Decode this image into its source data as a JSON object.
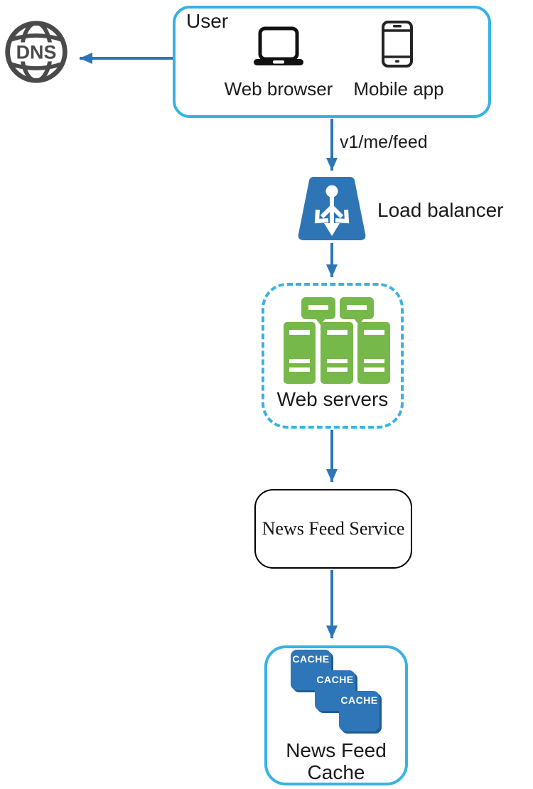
{
  "nodes": {
    "dns": {
      "label": "DNS"
    },
    "user": {
      "title": "User",
      "web_label": "Web browser",
      "mobile_label": "Mobile app"
    },
    "load_balancer": {
      "label": "Load balancer"
    },
    "web_servers": {
      "label": "Web servers"
    },
    "news_feed_service": {
      "label": "News Feed Service"
    },
    "news_feed_cache": {
      "line1": "News Feed",
      "line2": "Cache",
      "badges": [
        "CACHE",
        "CACHE",
        "CACHE"
      ]
    }
  },
  "edges": {
    "user_to_load_balancer": {
      "label": "v1/me/feed"
    }
  },
  "icons": {
    "dns": "dns-globe-icon",
    "user_web": "laptop-icon",
    "user_mobile": "smartphone-icon",
    "load_balancer": "load-balancer-icon",
    "web_servers": "server-rack-icon",
    "cache": "cache-stack-icon"
  },
  "colors": {
    "accent_cyan": "#38b2e4",
    "arrow_blue": "#2e75b6",
    "load_balancer_blue": "#2e75b6",
    "cache_blue": "#2e76b7",
    "cache_shadow": "#1d5c94",
    "server_green": "#77b84b",
    "dns_gray": "#4a4a4a"
  }
}
